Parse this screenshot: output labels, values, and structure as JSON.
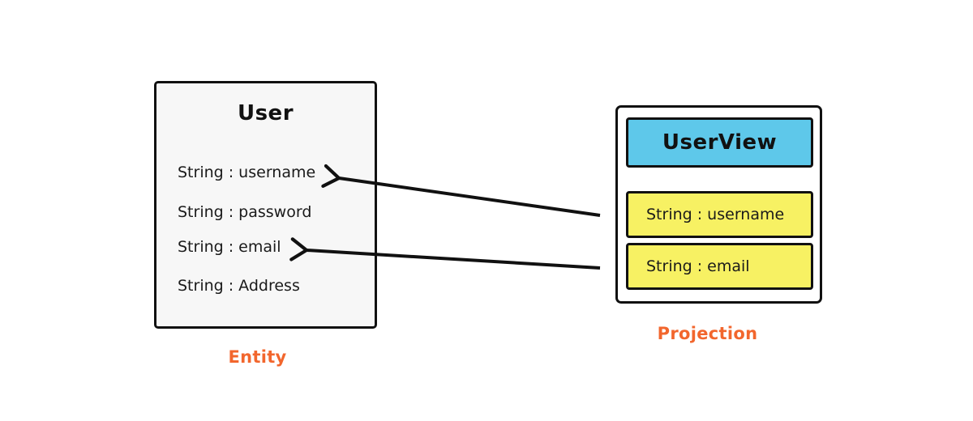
{
  "diagram": {
    "entity": {
      "title": "User",
      "fields": [
        "String : username",
        "String : password",
        "String : email",
        "String : Address"
      ],
      "caption": "Entity"
    },
    "projection": {
      "title": "UserView",
      "fields": [
        "String : username",
        "String : email"
      ],
      "caption": "Projection"
    },
    "arrows": [
      {
        "from": "UserView String : username",
        "to": "User String : username"
      },
      {
        "from": "UserView String : email",
        "to": "User String : email"
      }
    ],
    "colors": {
      "header_blue": "#5ec8ea",
      "field_yellow": "#f7f163",
      "caption_orange": "#f2662d",
      "entity_background": "#f7f7f7",
      "stroke_black": "#111111"
    }
  }
}
